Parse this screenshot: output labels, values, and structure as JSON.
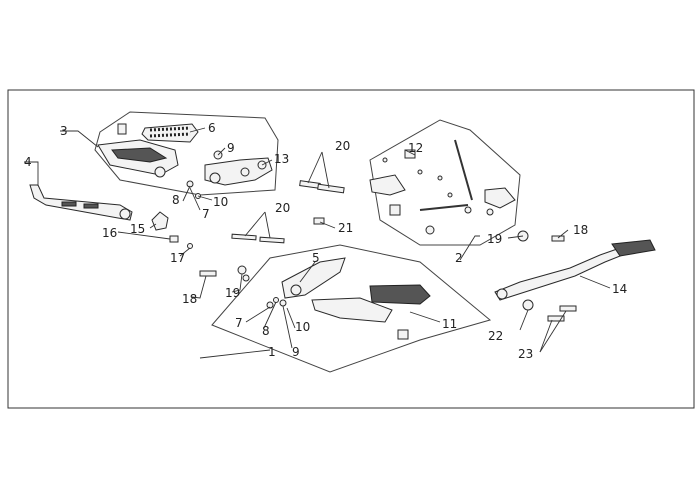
{
  "diagram": {
    "callouts": [
      {
        "id": "c1",
        "text": "1"
      },
      {
        "id": "c2",
        "text": "2"
      },
      {
        "id": "c3",
        "text": "3"
      },
      {
        "id": "c4",
        "text": "4"
      },
      {
        "id": "c5",
        "text": "5"
      },
      {
        "id": "c6",
        "text": "6"
      },
      {
        "id": "c7a",
        "text": "7"
      },
      {
        "id": "c7b",
        "text": "7"
      },
      {
        "id": "c8a",
        "text": "8"
      },
      {
        "id": "c8b",
        "text": "8"
      },
      {
        "id": "c9a",
        "text": "9"
      },
      {
        "id": "c9b",
        "text": "9"
      },
      {
        "id": "c10a",
        "text": "10"
      },
      {
        "id": "c10b",
        "text": "10"
      },
      {
        "id": "c11",
        "text": "11"
      },
      {
        "id": "c12",
        "text": "12"
      },
      {
        "id": "c13",
        "text": "13"
      },
      {
        "id": "c14",
        "text": "14"
      },
      {
        "id": "c15",
        "text": "15"
      },
      {
        "id": "c16",
        "text": "16"
      },
      {
        "id": "c17",
        "text": "17"
      },
      {
        "id": "c18a",
        "text": "18"
      },
      {
        "id": "c18b",
        "text": "18"
      },
      {
        "id": "c19a",
        "text": "19"
      },
      {
        "id": "c19b",
        "text": "19"
      },
      {
        "id": "c20a",
        "text": "20"
      },
      {
        "id": "c20b",
        "text": "20"
      },
      {
        "id": "c21",
        "text": "21"
      },
      {
        "id": "c22",
        "text": "22"
      },
      {
        "id": "c23",
        "text": "23"
      }
    ]
  }
}
